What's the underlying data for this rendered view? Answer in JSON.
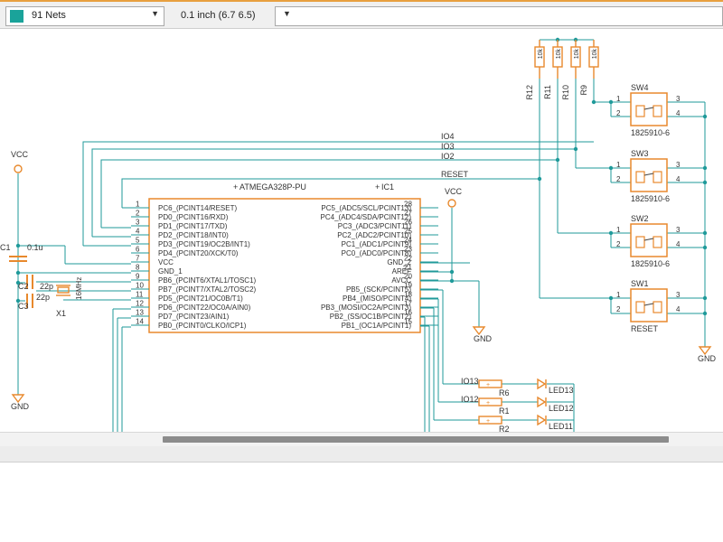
{
  "toolbar": {
    "net_count": "91 Nets",
    "grid": "0.1 inch (6.7 6.5)",
    "layer": ""
  },
  "colors": {
    "wire": "#1f9a9a",
    "part": "#e8892d",
    "junction": "#1f9a9a"
  },
  "chip": {
    "name": "ATMEGA328P-PU",
    "ref": "IC1",
    "left_pins": [
      {
        "n": "1",
        "name": "PC6_(PCINT14/RESET)"
      },
      {
        "n": "2",
        "name": "PD0_(PCINT16/RXD)"
      },
      {
        "n": "3",
        "name": "PD1_(PCINT17/TXD)"
      },
      {
        "n": "4",
        "name": "PD2_(PCINT18/INT0)"
      },
      {
        "n": "5",
        "name": "PD3_(PCINT19/OC2B/INT1)"
      },
      {
        "n": "6",
        "name": "PD4_(PCINT20/XCK/T0)"
      },
      {
        "n": "7",
        "name": "VCC"
      },
      {
        "n": "8",
        "name": "GND_1"
      },
      {
        "n": "9",
        "name": "PB6_(PCINT6/XTAL1/TOSC1)"
      },
      {
        "n": "10",
        "name": "PB7_(PCINT7/XTAL2/TOSC2)"
      },
      {
        "n": "11",
        "name": "PD5_(PCINT21/OC0B/T1)"
      },
      {
        "n": "12",
        "name": "PD6_(PCINT22/OC0A/AIN0)"
      },
      {
        "n": "13",
        "name": "PD7_(PCINT23/AIN1)"
      },
      {
        "n": "14",
        "name": "PB0_(PCINT0/CLKO/ICP1)"
      }
    ],
    "right_pins": [
      {
        "n": "28",
        "name": "PC5_(ADC5/SCL/PCINT13)"
      },
      {
        "n": "27",
        "name": "PC4_(ADC4/SDA/PCINT12)"
      },
      {
        "n": "26",
        "name": "PC3_(ADC3/PCINT11)"
      },
      {
        "n": "25",
        "name": "PC2_(ADC2/PCINT10)"
      },
      {
        "n": "24",
        "name": "PC1_(ADC1/PCINT9)"
      },
      {
        "n": "23",
        "name": "PC0_(ADC0/PCINT8)"
      },
      {
        "n": "22",
        "name": "GND_2"
      },
      {
        "n": "21",
        "name": "AREF"
      },
      {
        "n": "20",
        "name": "AVCC"
      },
      {
        "n": "19",
        "name": "PB5_(SCK/PCINT5)"
      },
      {
        "n": "18",
        "name": "PB4_(MISO/PCINT4)"
      },
      {
        "n": "17",
        "name": "PB3_(MOSI/OC2A/PCINT3)"
      },
      {
        "n": "16",
        "name": "PB2_(SS/OC1B/PCINT2)"
      },
      {
        "n": "15",
        "name": "PB1_(OC1A/PCINT1)"
      }
    ]
  },
  "nets": {
    "io4": "IO4",
    "io3": "IO3",
    "io2": "IO2",
    "reset": "RESET",
    "io13": "IO13",
    "io12": "IO12"
  },
  "power": {
    "vcc_left": "VCC",
    "vcc_mid": "VCC",
    "gnd_left": "GND",
    "gnd_mid": "GND",
    "gnd_right": "GND"
  },
  "resistors_top": [
    "R12",
    "R11",
    "R10",
    "R9"
  ],
  "resistor_value": "10k",
  "switches": [
    {
      "name": "SW4",
      "part": "1825910-6"
    },
    {
      "name": "SW3",
      "part": "1825910-6"
    },
    {
      "name": "SW2",
      "part": "1825910-6"
    },
    {
      "name": "SW1",
      "part": "RESET"
    }
  ],
  "switch_pins": [
    "1",
    "2",
    "3",
    "4"
  ],
  "caps": {
    "c1": "C1",
    "c1_val": "0.1u",
    "c2": "C2",
    "c2_val": "22p",
    "c3": "C3",
    "c3_val": "22p"
  },
  "crystal": {
    "name": "X1",
    "val": "16MHz"
  },
  "leds": [
    {
      "r": "R6",
      "led": "LED13"
    },
    {
      "r": "R1",
      "led": "LED12"
    },
    {
      "r": "R2",
      "led": "LED11"
    }
  ],
  "canvas_toolbar": [
    "info-icon",
    "eye-icon",
    "undo-icon",
    "redo-icon",
    "zoom-in-icon",
    "zoom-out-icon",
    "zoom-fit-icon",
    "grid-icon",
    "add-icon",
    "delete-icon",
    "select-icon"
  ]
}
